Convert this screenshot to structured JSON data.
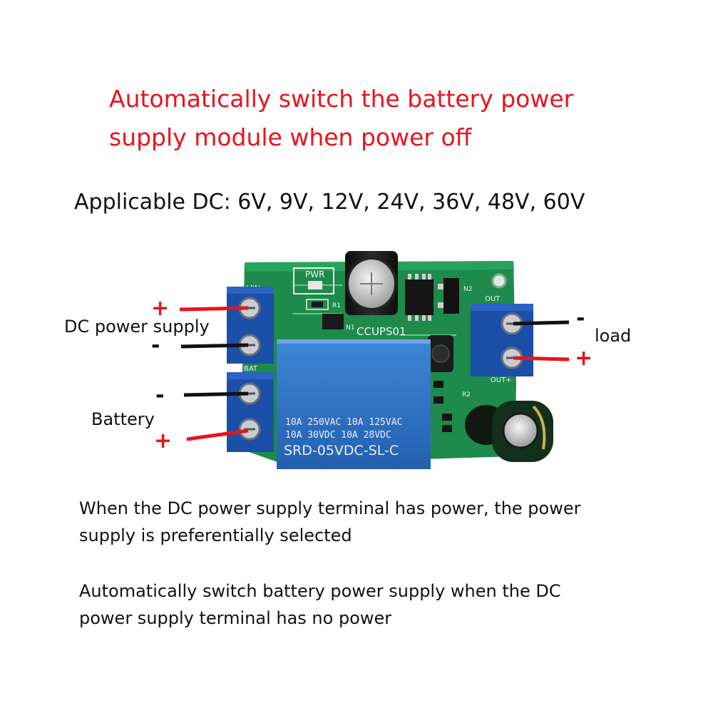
{
  "title": {
    "line1": "Automatically switch the battery power",
    "line2": "supply module when power off"
  },
  "applicable": "Applicable DC: 6V, 9V, 12V, 24V, 36V, 48V, 60V",
  "labels": {
    "dc_power_supply": "DC power supply",
    "battery": "Battery",
    "load": "load",
    "plus": "+",
    "minus": "-"
  },
  "board": {
    "pwr": "PWR",
    "vin": "VIN",
    "model": "CCUPS01",
    "r1": "R1",
    "r2": "R2",
    "n1": "N1",
    "n2": "N2",
    "out": "OUT",
    "out_plus": "OUT+",
    "bat": "BAT",
    "relay_line1": "10A 250VAC  10A 125VAC",
    "relay_line2": "10A  30VDC  10A  28VDC",
    "relay_model": "SRD-05VDC-SL-C"
  },
  "description": {
    "p1_line1": "When the DC power supply terminal has power, the power",
    "p1_line2": "supply is preferentially selected",
    "p2_line1": "Automatically switch battery power supply when the DC",
    "p2_line2": "power supply terminal has no power"
  },
  "colors": {
    "title": "#e8141b",
    "pcb": "#1e8a4c",
    "terminal": "#1b4fa8",
    "relay": "#2a6fc4",
    "wire_red": "#e8141b",
    "wire_black": "#111111"
  }
}
